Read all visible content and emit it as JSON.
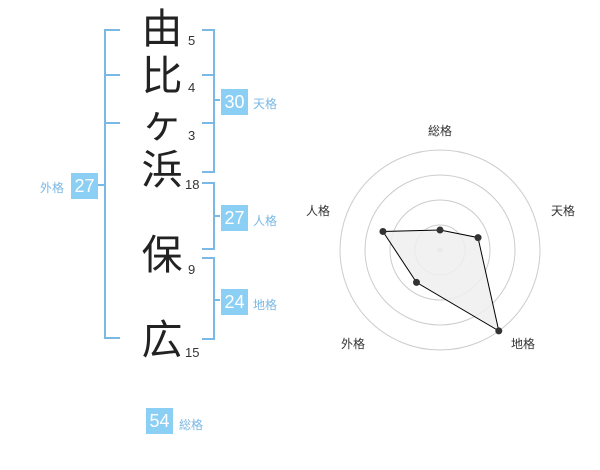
{
  "name": {
    "chars": [
      "由",
      "比",
      "ヶ",
      "浜",
      "保",
      "広"
    ],
    "strokes": [
      "5",
      "4",
      "3",
      "18",
      "9",
      "15"
    ]
  },
  "fortune": {
    "tenkaku": {
      "value": "30",
      "label": "天格"
    },
    "jinkaku": {
      "value": "27",
      "label": "人格"
    },
    "chikaku": {
      "value": "24",
      "label": "地格"
    },
    "gaikaku": {
      "value": "27",
      "label": "外格"
    },
    "soukaku": {
      "value": "54",
      "label": "総格"
    }
  },
  "chart_data": {
    "type": "radar",
    "axes": [
      "総格",
      "天格",
      "地格",
      "外格",
      "人格"
    ],
    "values": [
      1,
      2,
      5,
      2,
      3
    ],
    "rmax": 5,
    "rings": 4,
    "colors": {
      "fill": "#eeeeee",
      "line": "#000000",
      "point": "#333333",
      "grid": "#cccccc"
    }
  },
  "colors": {
    "accent": "#8ccff5",
    "bracket": "#7ab8e6",
    "label": "#7ab8e6"
  }
}
